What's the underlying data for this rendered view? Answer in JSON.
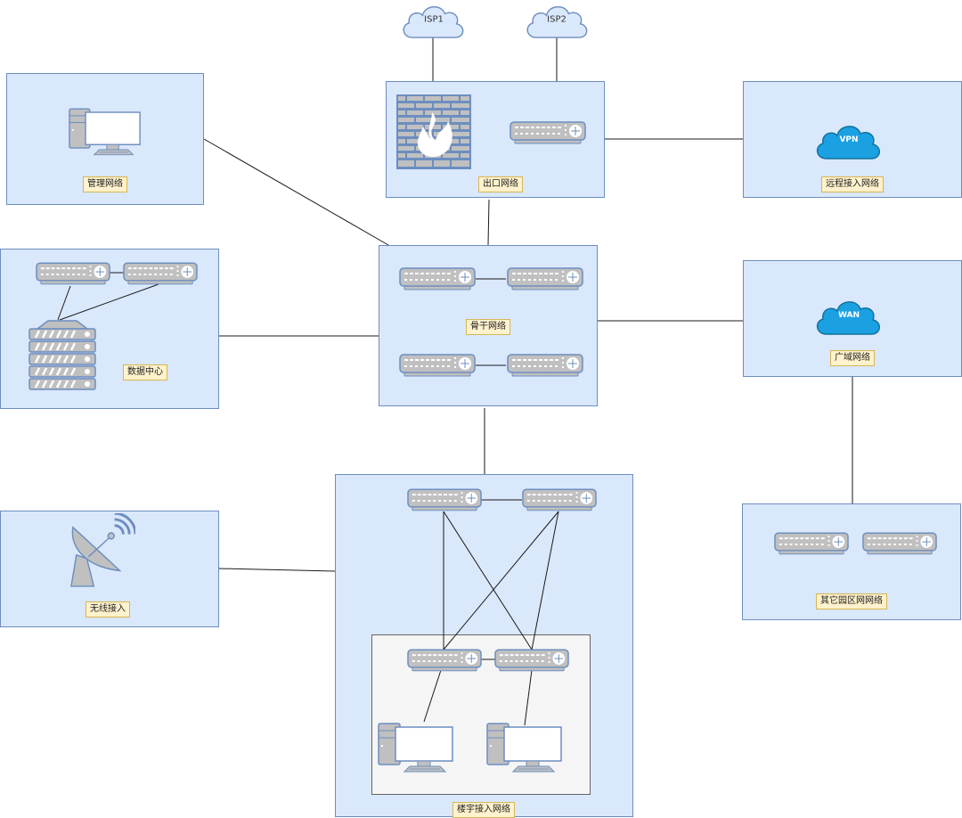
{
  "diagram": {
    "title": "Campus Network Topology",
    "colors": {
      "zone_fill": "#dae8fc",
      "zone_border": "#6c8ebf",
      "label_fill": "#fff2cc",
      "label_border": "#d6b656",
      "device_fill": "#c0c0c0",
      "device_stroke": "#6c8ebf",
      "cloud_blue": "#1ba1e2",
      "isp_cloud_fill": "#dae8fc"
    },
    "isps": [
      {
        "id": "isp1",
        "label": "ISP1"
      },
      {
        "id": "isp2",
        "label": "ISP2"
      }
    ],
    "zones": {
      "management": {
        "label": "管理网络",
        "devices": [
          "workstation"
        ]
      },
      "egress": {
        "label": "出口网络",
        "devices": [
          "firewall",
          "switch"
        ]
      },
      "remote_access": {
        "label": "远程接入网络",
        "cloud": "VPN"
      },
      "data_center": {
        "label": "数据中心",
        "devices": [
          "switch",
          "switch",
          "server-rack"
        ]
      },
      "backbone": {
        "label": "骨干网络",
        "devices": [
          "switch",
          "switch",
          "switch",
          "switch"
        ]
      },
      "wan": {
        "label": "广域网络",
        "cloud": "WAN"
      },
      "other_campus": {
        "label": "其它园区网网络",
        "devices": [
          "switch",
          "switch"
        ]
      },
      "wireless": {
        "label": "无线接入",
        "devices": [
          "satellite-dish"
        ]
      },
      "building_access": {
        "label": "楼宇接入网络",
        "devices": [
          "switch",
          "switch",
          "switch",
          "switch",
          "workstation",
          "workstation"
        ]
      }
    },
    "connections": [
      [
        "isp1",
        "egress"
      ],
      [
        "isp2",
        "egress"
      ],
      [
        "egress",
        "remote_access"
      ],
      [
        "egress",
        "backbone"
      ],
      [
        "management",
        "backbone"
      ],
      [
        "data_center",
        "backbone"
      ],
      [
        "backbone",
        "wan"
      ],
      [
        "wan",
        "other_campus"
      ],
      [
        "backbone",
        "building_access"
      ],
      [
        "wireless",
        "building_access"
      ]
    ]
  }
}
